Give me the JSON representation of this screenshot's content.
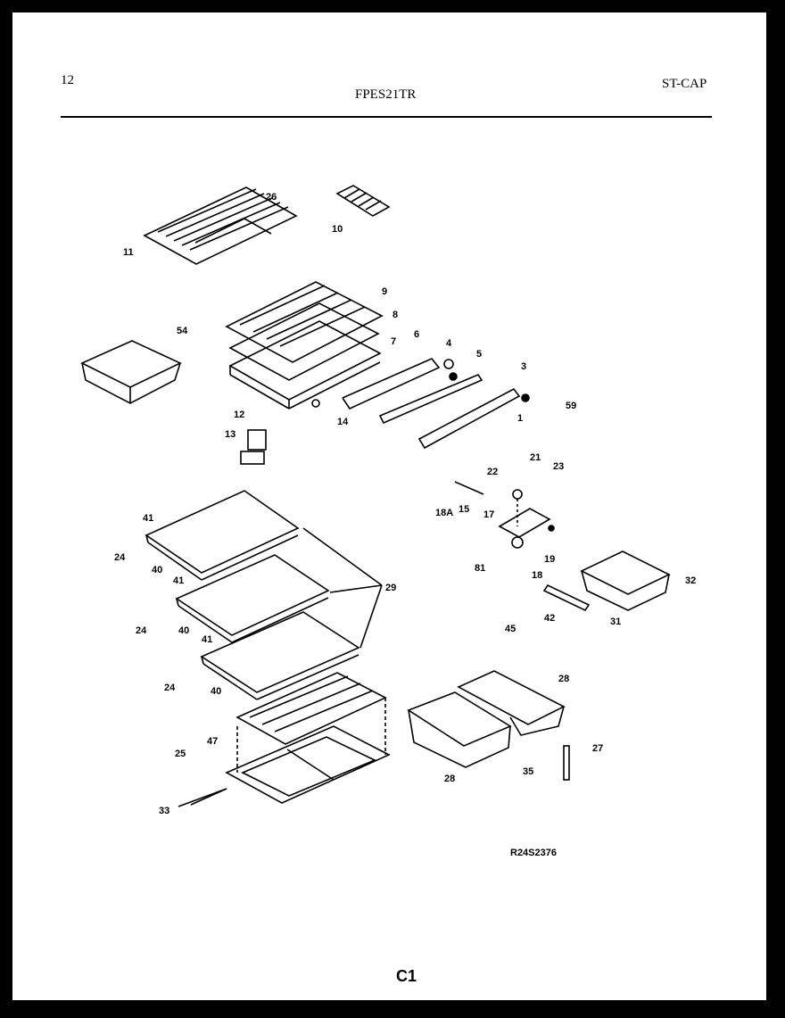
{
  "header": {
    "page_number": "12",
    "model": "FPES21TR",
    "code": "ST-CAP"
  },
  "drawing_id": "R24S2376",
  "section": "C1",
  "part_labels": [
    "26",
    "11",
    "10",
    "9",
    "8",
    "54",
    "6",
    "7",
    "4",
    "5",
    "3",
    "14",
    "59",
    "1",
    "12",
    "13",
    "22",
    "21",
    "23",
    "18A",
    "15",
    "17",
    "81",
    "18",
    "19",
    "41",
    "24",
    "40",
    "29",
    "32",
    "42",
    "31",
    "45",
    "28",
    "47",
    "25",
    "35",
    "27",
    "33"
  ]
}
